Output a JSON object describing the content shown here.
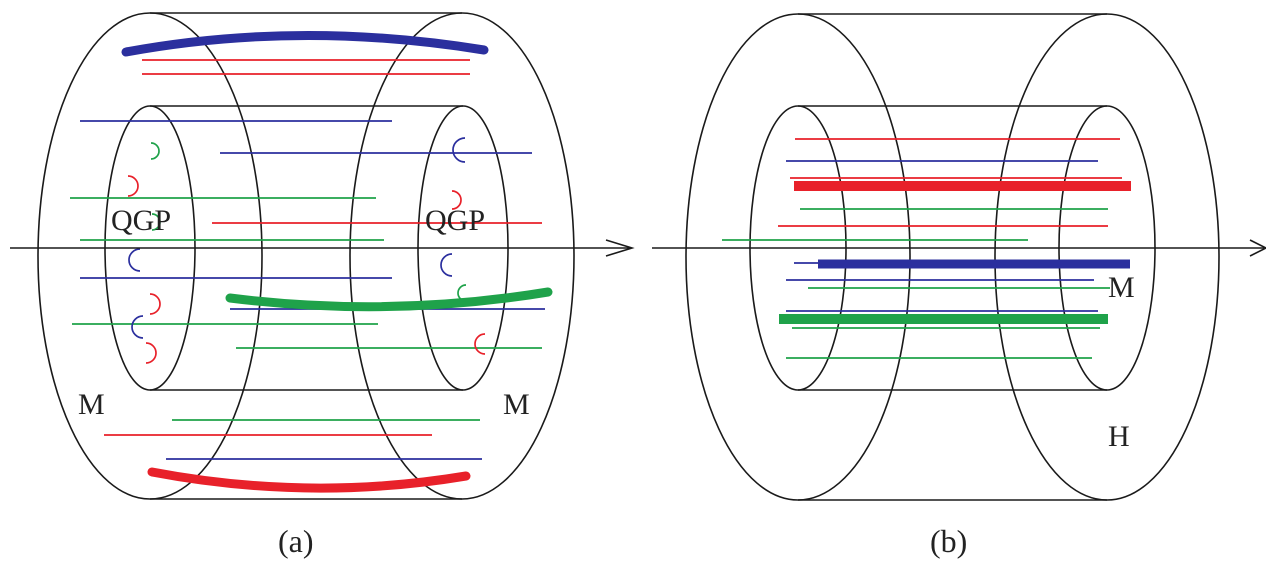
{
  "panel_a": {
    "caption": "(a)",
    "inner_left_label": "QGP",
    "inner_right_label": "QGP",
    "outer_left_label": "M",
    "outer_right_label": "M"
  },
  "panel_b": {
    "caption": "(b)",
    "inner_label": "M",
    "outer_label": "H"
  },
  "colors": {
    "red": "#e8212a",
    "blue": "#2b2f9e",
    "green": "#1fa24a",
    "outline": "#1a1a1a"
  }
}
